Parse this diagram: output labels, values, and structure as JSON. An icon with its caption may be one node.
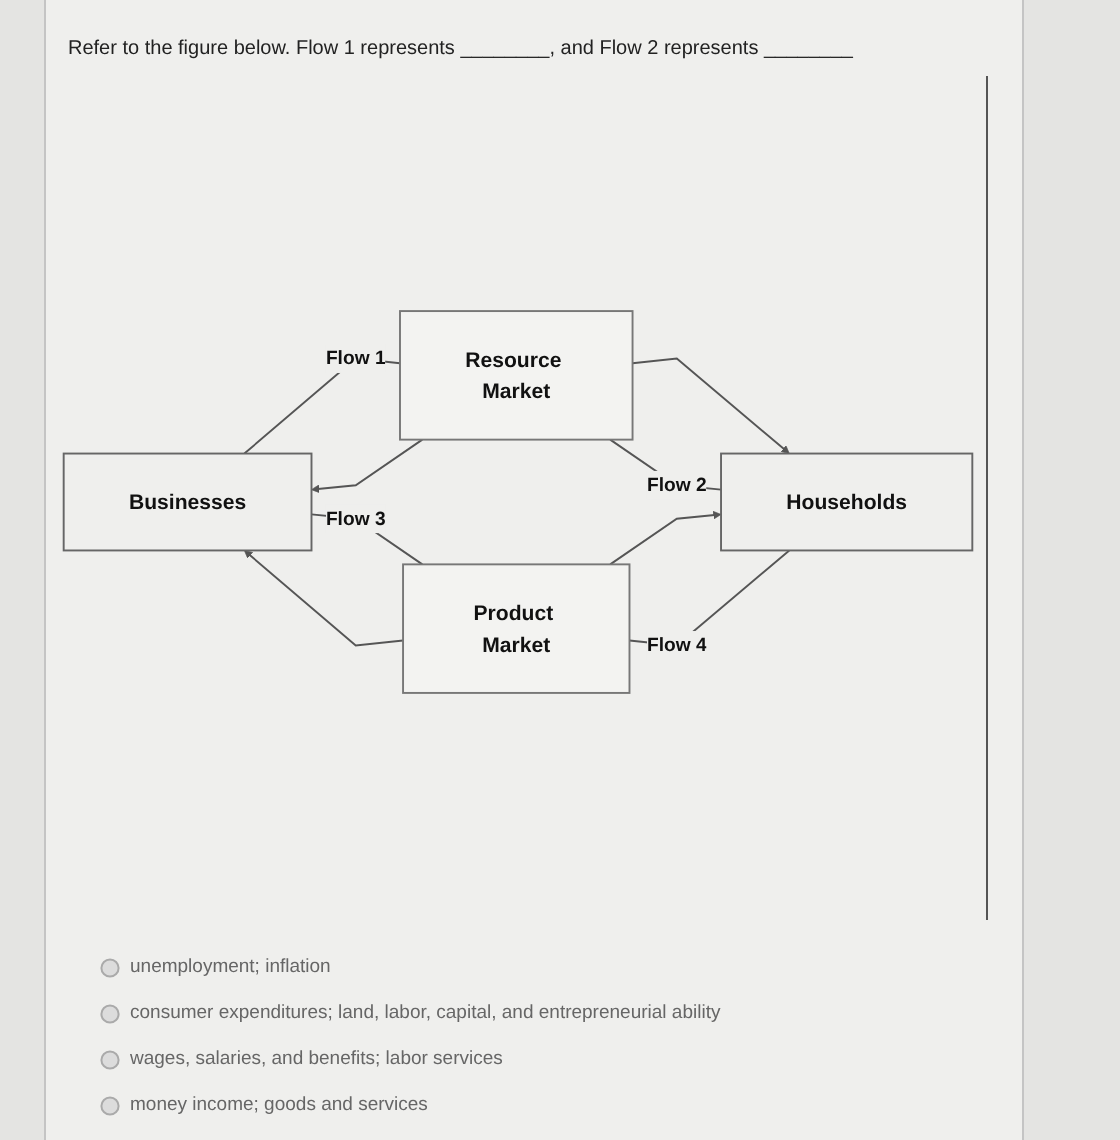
{
  "diagram": {
    "title": "Refer to the figure below. Flow 1 represents ________, and Flow 2 represents ________",
    "nodes": [
      {
        "text": [
          "Resource Market"
        ]
      },
      {
        "text": [
          "Businesses"
        ]
      },
      {
        "text": [
          "Households"
        ]
      },
      {
        "text": [
          "Product Market"
        ]
      }
    ],
    "edges": [
      {
        "from": 1,
        "to": 0,
        "arrow": "none",
        "label": "Flow 1"
      },
      {
        "from": 0,
        "to": 2,
        "arrow": "to"
      },
      {
        "from": 0,
        "to": 2,
        "arrow": "none",
        "label": "Flow 2"
      },
      {
        "from": 0,
        "to": 1,
        "arrow": "to"
      },
      {
        "from": 1,
        "to": 3,
        "arrow": "none",
        "label": "Flow 3"
      },
      {
        "from": 3,
        "to": 2,
        "arrow": "to"
      },
      {
        "from": 3,
        "to": 2,
        "arrow": "none",
        "label": "Flow 4"
      },
      {
        "from": 3,
        "to": 1,
        "arrow": "to"
      }
    ],
    "labels": [
      "unemployment; inflation",
      "consumer expenditures; land, labor, capital, and entrepreneurial ability",
      "wages, salaries, and benefits; labor services",
      "money income; goods and services"
    ]
  }
}
